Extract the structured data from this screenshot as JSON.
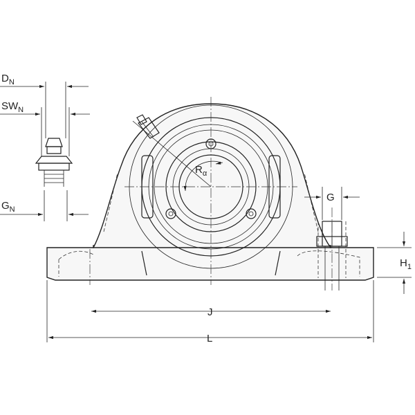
{
  "labels": {
    "dn": {
      "main": "D",
      "sub": "N"
    },
    "swn": {
      "main": "SW",
      "sub": "N"
    },
    "gn": {
      "main": "G",
      "sub": "N"
    },
    "r_alpha": {
      "main": "R",
      "sub": "α"
    },
    "g": {
      "main": "G",
      "sub": ""
    },
    "h1": {
      "main": "H",
      "sub": "1"
    },
    "j": {
      "main": "J",
      "sub": ""
    },
    "l": {
      "main": "L",
      "sub": ""
    }
  },
  "colors": {
    "line": "#222222",
    "bearing_fill": "#e6eaee",
    "body_fill": "#f7f7f7"
  }
}
